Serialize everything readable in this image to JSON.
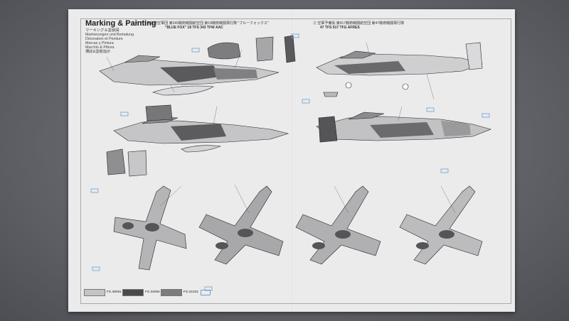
{
  "header": {
    "title": "Marking & Painting"
  },
  "languages": [
    "マーキング＆塗装図",
    "Markierungen und Bemalung",
    "Décoration et Peinture",
    "Marcas y Pintura",
    "Marchio & Pittura",
    "標誌&塗裝指示"
  ],
  "schemes": [
    {
      "jp": "① アラスカ航空軍団 第343戦術戦闘航空団 第18戦術戦闘飛行隊 \"ブルーフォックス\"",
      "en": "\"BLUE FOX\" 18 TFS 343 TFW AAC"
    },
    {
      "jp": "② 空軍予備役 第917戦術戦闘航空団 第47戦術戦闘飛行隊",
      "en": "47 TFS 917 TFG AFRES"
    }
  ],
  "legend": [
    {
      "code": "FS.36081",
      "color": "#c4c4c6"
    },
    {
      "code": "FS.34092",
      "color": "#4a4a4c"
    },
    {
      "code": "FS.34102",
      "color": "#7c7c7e"
    }
  ],
  "colors": {
    "light_gray": "#c4c4c6",
    "dark_gray": "#4a4a4c",
    "medium": "#7c7c7e",
    "callout": "#6aa0d0"
  }
}
